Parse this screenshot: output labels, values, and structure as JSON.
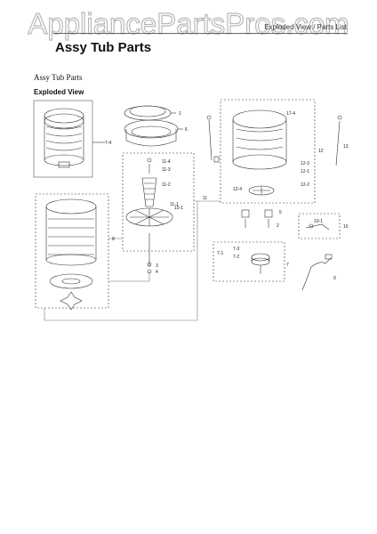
{
  "watermark": "AppliancePartsPros.com",
  "header": {
    "right_text": "Exploded View / Parts List",
    "title": "Assy Tub Parts"
  },
  "section": {
    "subtitle": "Assy Tub Parts",
    "view_label": "Exploded View"
  },
  "callouts": [
    "1",
    "6",
    "17-4",
    "7-4",
    "11-4",
    "11-3",
    "11-2",
    "11-1",
    "11",
    "13",
    "12",
    "12-3",
    "12-1",
    "12-2",
    "12-4",
    "5",
    "2",
    "10-1",
    "10",
    "8",
    "15-1",
    "3",
    "4",
    "7-1",
    "7-3",
    "7-2",
    "7",
    "9"
  ]
}
